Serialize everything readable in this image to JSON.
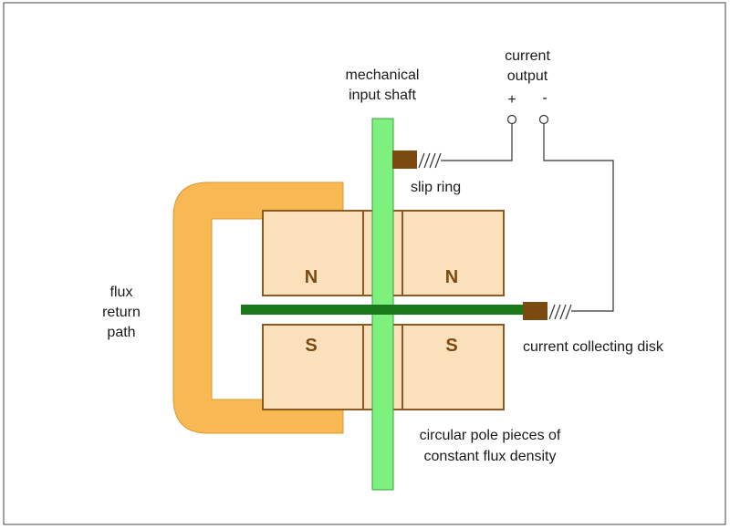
{
  "labels": {
    "current_output_line1": "current",
    "current_output_line2": "output",
    "plus": "+",
    "minus": "-",
    "shaft_line1": "mechanical",
    "shaft_line2": "input shaft",
    "slip_ring": "slip ring",
    "flux_line1": "flux",
    "flux_line2": "return",
    "flux_line3": "path",
    "disk": "current collecting disk",
    "pole_line1": "circular pole pieces of",
    "pole_line2": "constant flux density"
  },
  "poles": {
    "upper_left": "N",
    "upper_right": "N",
    "lower_left": "S",
    "lower_right": "S"
  },
  "colors": {
    "shaft": "#7ef07e",
    "disk": "#1a7a1a",
    "magnet": "#fbe0bc",
    "magnet_border": "#8a5a20",
    "yoke": "#f8b854",
    "brush": "#7a4a10",
    "wire": "#333333"
  }
}
